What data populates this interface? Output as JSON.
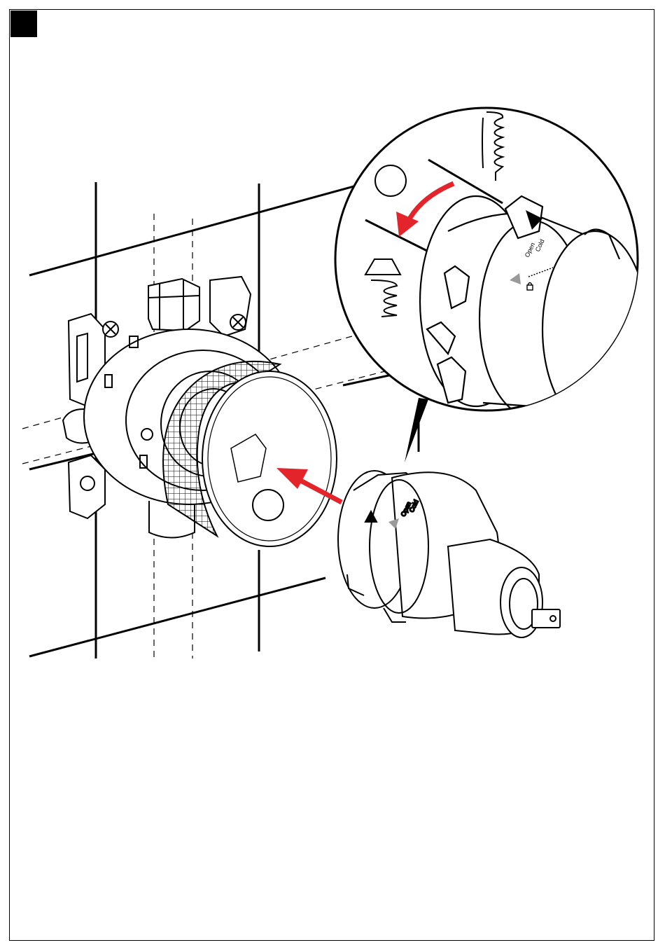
{
  "step": {
    "marker": "filled-square"
  },
  "colors": {
    "line": "#000000",
    "background": "#ffffff",
    "arrow": "#e3242b",
    "gray_marker": "#9a9a9a"
  },
  "cartridge_dial": {
    "label_cold": "Cold",
    "label_open": "Open"
  },
  "icons": [
    "tight-spring-icon",
    "loose-spring-icon",
    "red-arrow-icon",
    "lock-icon"
  ]
}
